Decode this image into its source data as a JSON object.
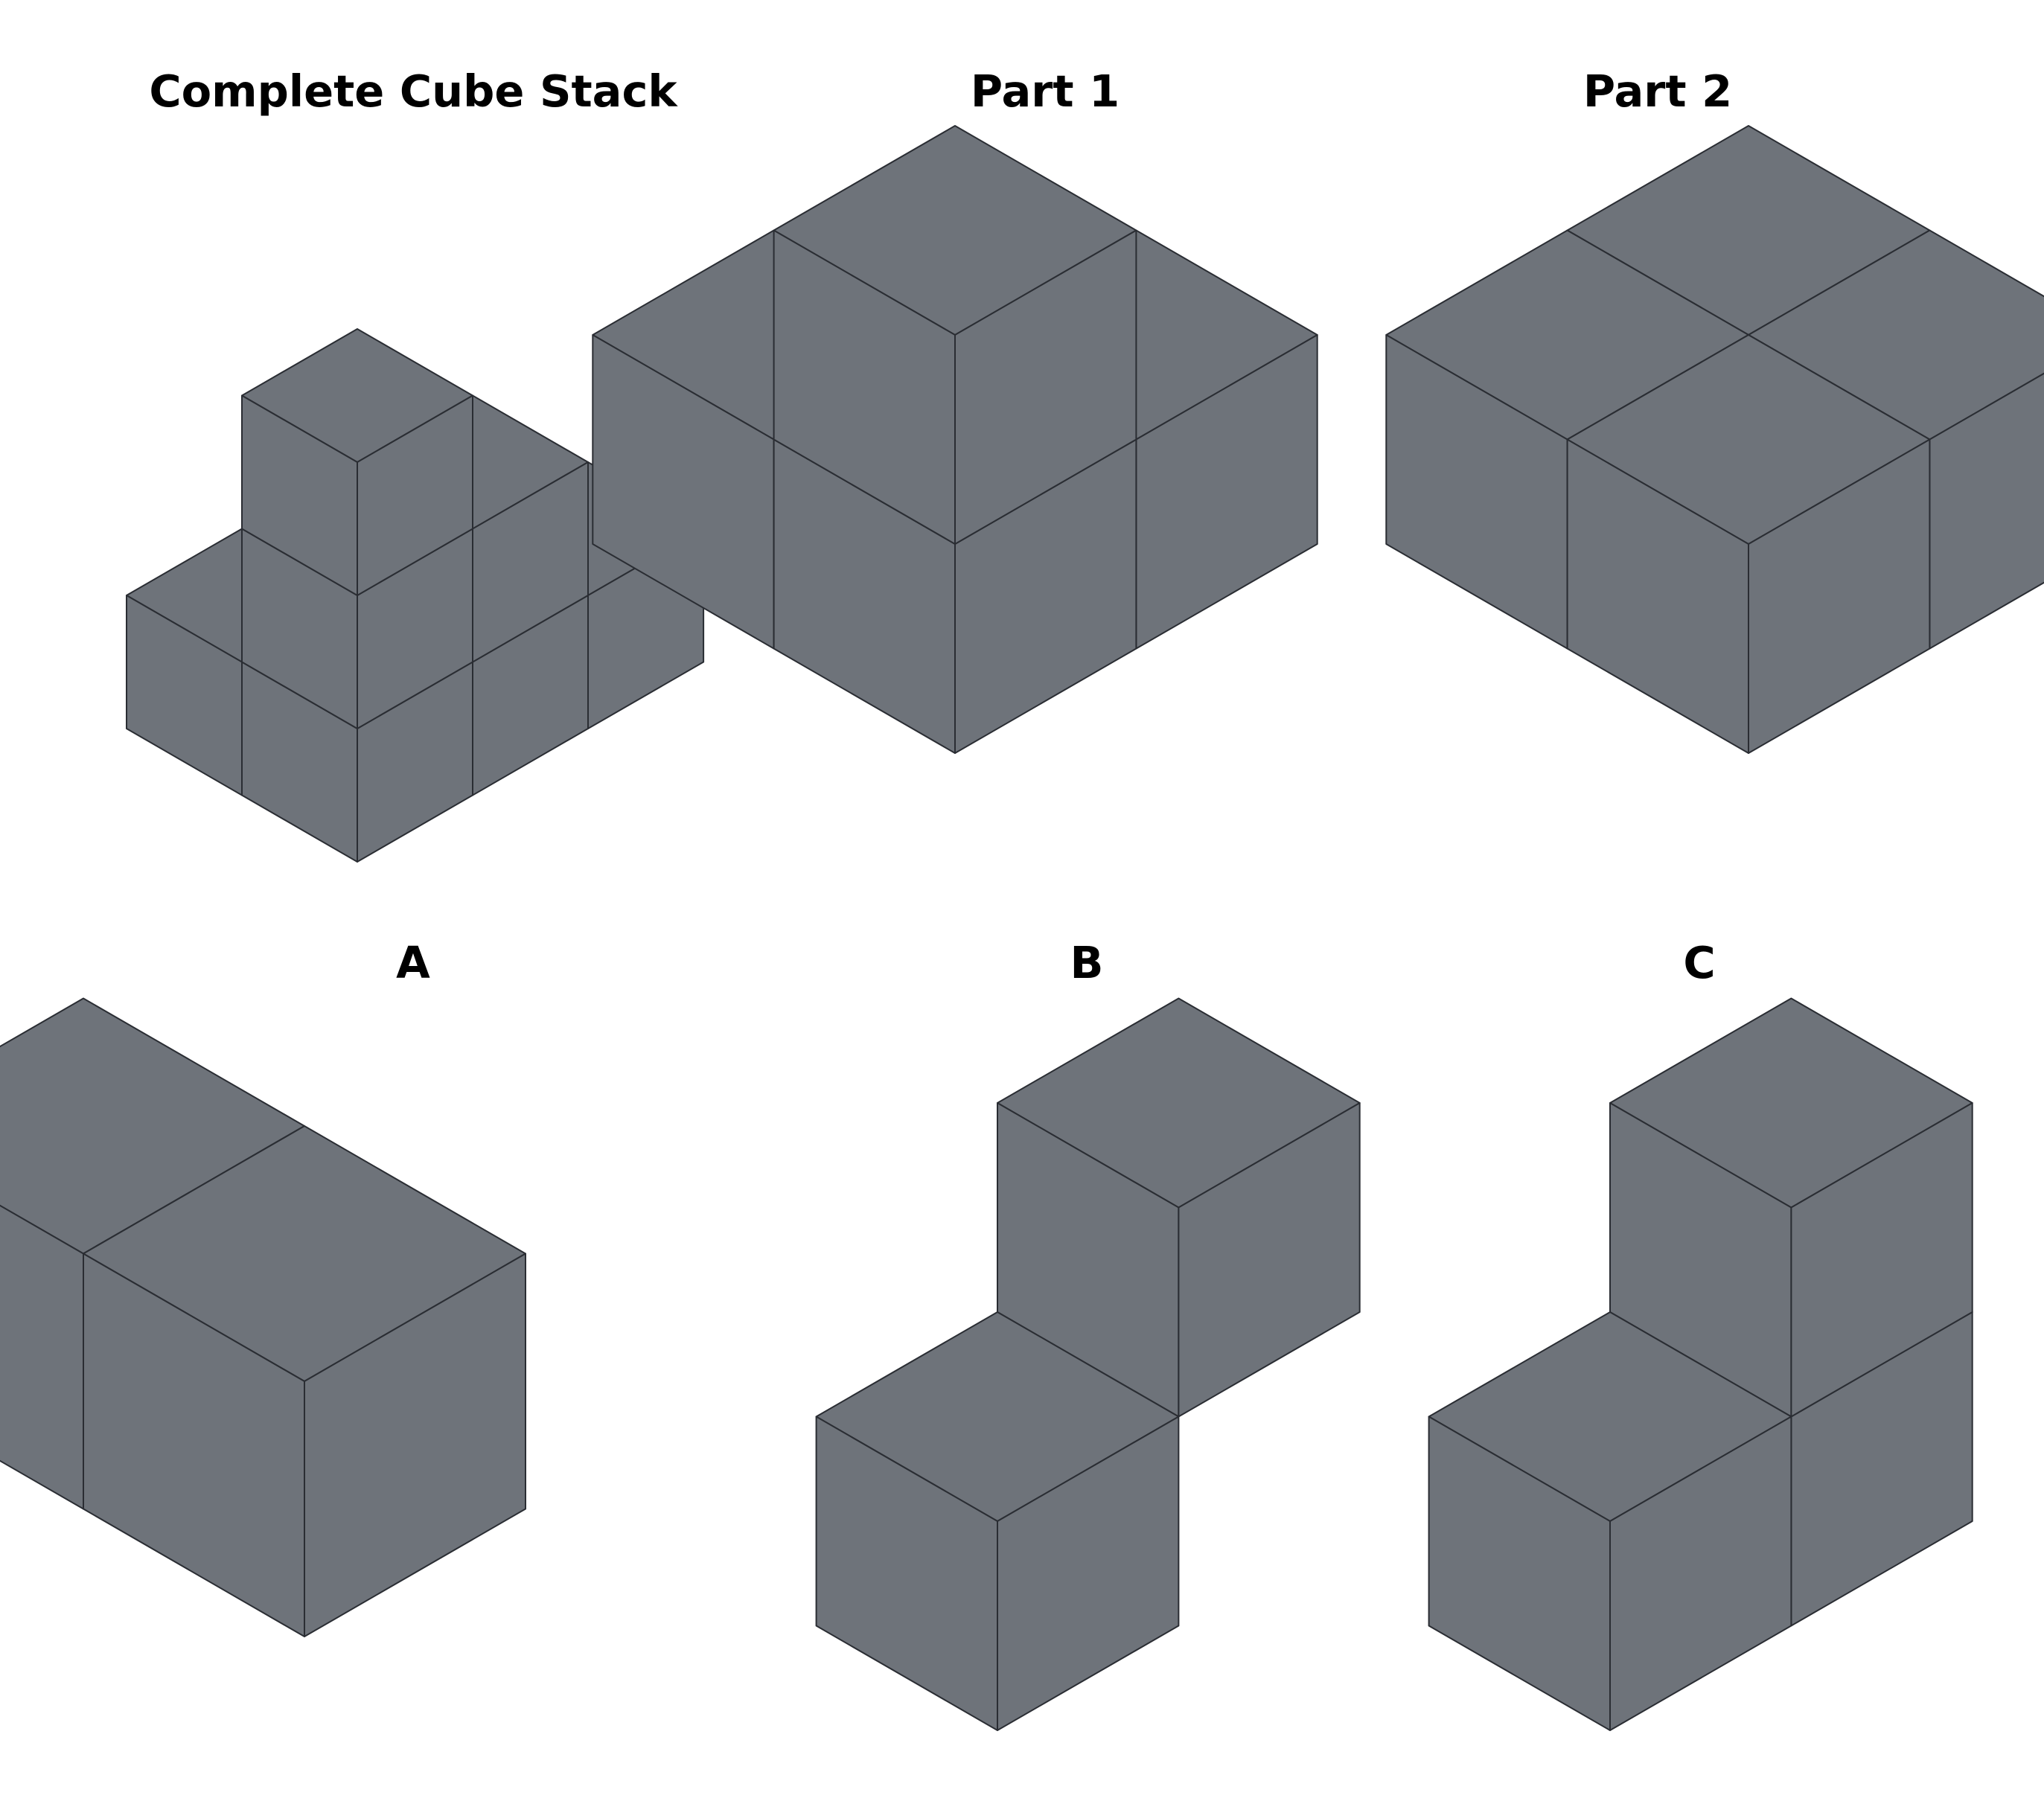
{
  "figure": {
    "face_color": "#6e737a",
    "edge_color": "#2a2d33",
    "background": "#ffffff"
  },
  "panels": [
    {
      "title": "Complete Cube Stack",
      "cubes": [
        [
          0,
          0,
          0
        ],
        [
          1,
          0,
          0
        ],
        [
          2,
          0,
          0
        ],
        [
          0,
          1,
          0
        ],
        [
          1,
          1,
          0
        ],
        [
          0,
          0,
          1
        ],
        [
          0,
          0,
          2
        ],
        [
          1,
          0,
          1
        ]
      ]
    },
    {
      "title": "Part 1",
      "cubes": [
        [
          0,
          0,
          0
        ],
        [
          1,
          0,
          0
        ],
        [
          0,
          1,
          0
        ],
        [
          0,
          0,
          1
        ]
      ]
    },
    {
      "title": "Part 2",
      "cubes": [
        [
          0,
          0,
          0
        ],
        [
          1,
          0,
          0
        ],
        [
          0,
          1,
          0
        ],
        [
          1,
          1,
          0
        ]
      ]
    },
    {
      "title": "A",
      "cubes": [
        [
          0,
          0,
          0
        ],
        [
          0,
          1,
          0
        ]
      ]
    },
    {
      "title": "B",
      "cubes": [
        [
          0,
          0,
          0
        ],
        [
          1,
          0,
          1
        ]
      ]
    },
    {
      "title": "C",
      "cubes": [
        [
          0,
          0,
          0
        ],
        [
          1,
          0,
          0
        ],
        [
          1,
          0,
          1
        ]
      ]
    }
  ]
}
